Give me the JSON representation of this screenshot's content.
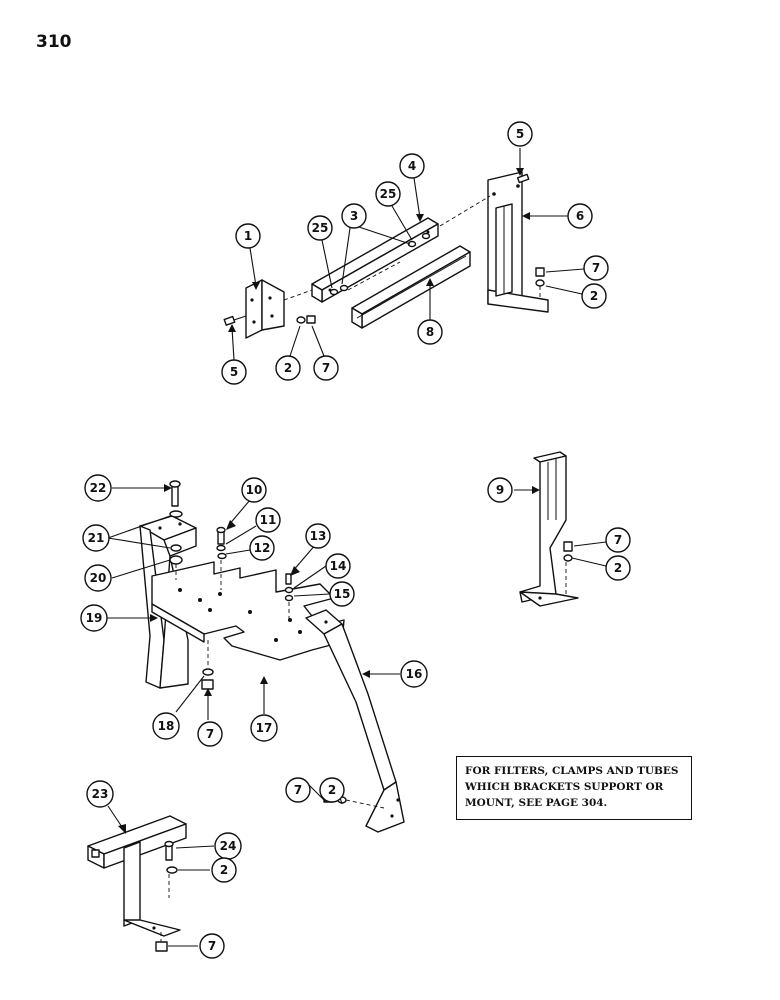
{
  "page": {
    "number": "310"
  },
  "note": {
    "lines": [
      "FOR FILTERS, CLAMPS AND TUBES",
      "WHICH BRACKETS SUPPORT OR",
      "MOUNT, SEE PAGE  304."
    ]
  },
  "callouts": [
    {
      "id": "c-5a",
      "label": "5"
    },
    {
      "id": "c-4",
      "label": "4"
    },
    {
      "id": "c-25a",
      "label": "25"
    },
    {
      "id": "c-3",
      "label": "3"
    },
    {
      "id": "c-25b",
      "label": "25"
    },
    {
      "id": "c-1",
      "label": "1"
    },
    {
      "id": "c-6",
      "label": "6"
    },
    {
      "id": "c-7a",
      "label": "7"
    },
    {
      "id": "c-2a",
      "label": "2"
    },
    {
      "id": "c-8",
      "label": "8"
    },
    {
      "id": "c-5b",
      "label": "5"
    },
    {
      "id": "c-2b",
      "label": "2"
    },
    {
      "id": "c-7b",
      "label": "7"
    },
    {
      "id": "c-22",
      "label": "22"
    },
    {
      "id": "c-10",
      "label": "10"
    },
    {
      "id": "c-11",
      "label": "11"
    },
    {
      "id": "c-21",
      "label": "21"
    },
    {
      "id": "c-12",
      "label": "12"
    },
    {
      "id": "c-13",
      "label": "13"
    },
    {
      "id": "c-20",
      "label": "20"
    },
    {
      "id": "c-14",
      "label": "14"
    },
    {
      "id": "c-15",
      "label": "15"
    },
    {
      "id": "c-19",
      "label": "19"
    },
    {
      "id": "c-9",
      "label": "9"
    },
    {
      "id": "c-7c",
      "label": "7"
    },
    {
      "id": "c-2c",
      "label": "2"
    },
    {
      "id": "c-16",
      "label": "16"
    },
    {
      "id": "c-18",
      "label": "18"
    },
    {
      "id": "c-7d",
      "label": "7"
    },
    {
      "id": "c-17",
      "label": "17"
    },
    {
      "id": "c-7e",
      "label": "7"
    },
    {
      "id": "c-2d",
      "label": "2"
    },
    {
      "id": "c-23",
      "label": "23"
    },
    {
      "id": "c-24",
      "label": "24"
    },
    {
      "id": "c-2e",
      "label": "2"
    },
    {
      "id": "c-7f",
      "label": "7"
    }
  ]
}
